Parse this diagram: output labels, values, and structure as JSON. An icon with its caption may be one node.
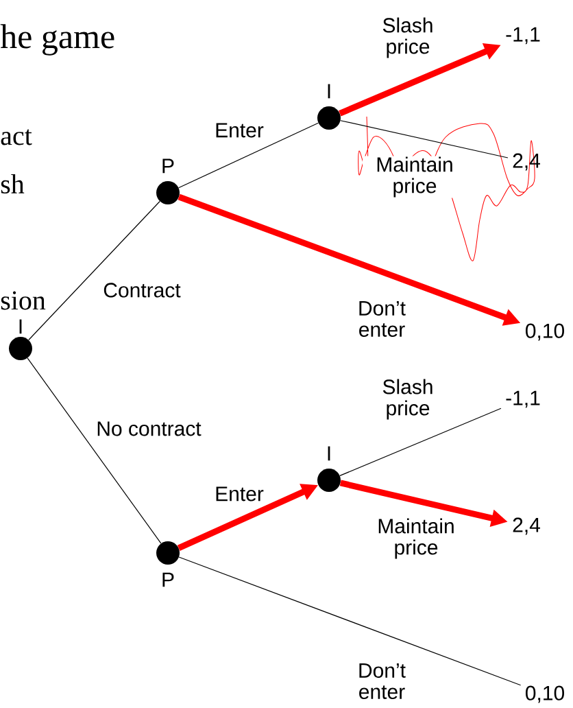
{
  "diagram": {
    "title": "he game",
    "nodes": [
      {
        "text": [
          "I"
        ]
      },
      {
        "text": [
          "P"
        ]
      },
      {
        "text": [
          "I"
        ]
      },
      {
        "text": [
          "-1,1"
        ]
      },
      {
        "text": [
          "2,4"
        ]
      },
      {
        "text": [
          "0,10"
        ]
      },
      {
        "text": [
          "P"
        ]
      },
      {
        "text": [
          "I"
        ]
      },
      {
        "text": [
          "-1,1"
        ]
      },
      {
        "text": [
          "2,4"
        ]
      },
      {
        "text": [
          "0,10"
        ]
      }
    ],
    "edges": [
      {
        "from": 0,
        "to": 1,
        "arrow": "none",
        "label": "Contract"
      },
      {
        "from": 0,
        "to": 6,
        "arrow": "none",
        "label": "No contract"
      },
      {
        "from": 1,
        "to": 2,
        "arrow": "none",
        "label": "Enter"
      },
      {
        "from": 1,
        "to": 5,
        "arrow": "to",
        "label": "Don’t enter",
        "style": "thick",
        "color": "#ff0000"
      },
      {
        "from": 2,
        "to": 3,
        "arrow": "to",
        "label": "Slash price",
        "style": "thick",
        "color": "#ff0000"
      },
      {
        "from": 2,
        "to": 4,
        "arrow": "none",
        "label": "Maintain price"
      },
      {
        "from": 6,
        "to": 7,
        "arrow": "to",
        "label": "Enter",
        "style": "thick",
        "color": "#ff0000"
      },
      {
        "from": 6,
        "to": 10,
        "arrow": "none",
        "label": "Don’t enter"
      },
      {
        "from": 7,
        "to": 8,
        "arrow": "none",
        "label": "Slash price"
      },
      {
        "from": 7,
        "to": 9,
        "arrow": "to",
        "label": "Maintain price",
        "style": "thick",
        "color": "#ff0000"
      }
    ],
    "labels": [
      "act",
      "sh",
      "sion"
    ]
  }
}
